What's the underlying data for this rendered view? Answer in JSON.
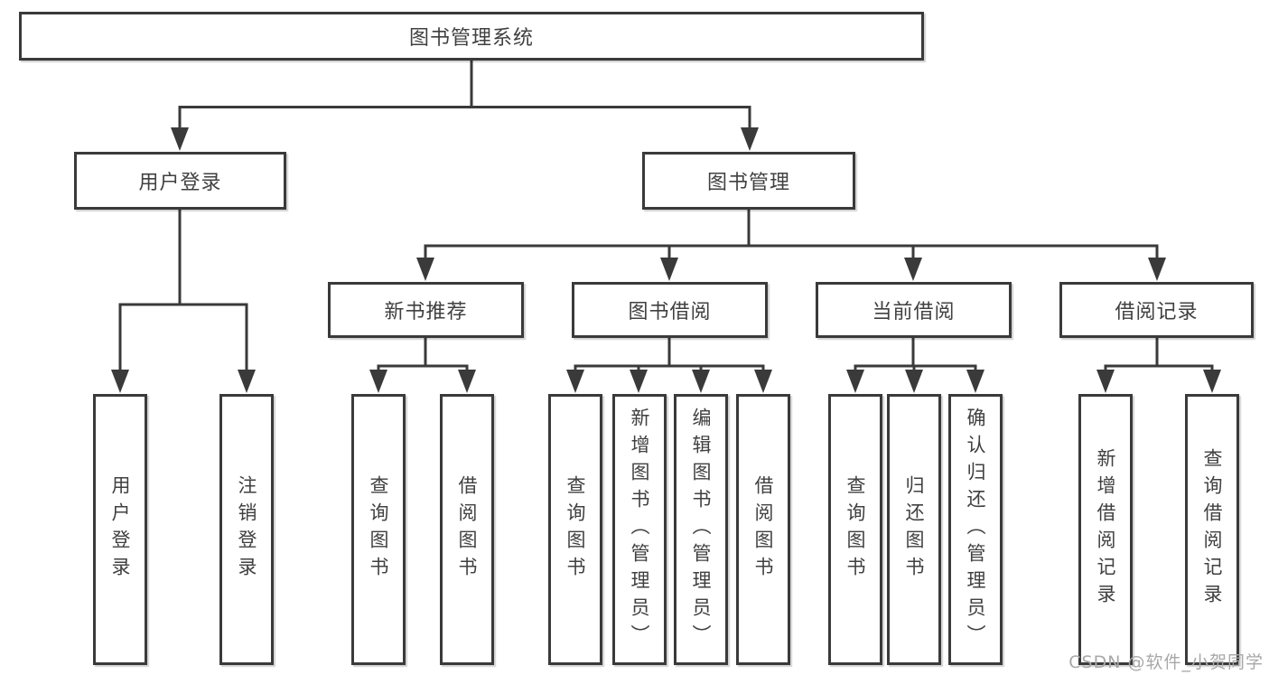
{
  "tree": {
    "root": "图书管理系统",
    "children": [
      {
        "label": "用户登录",
        "children": [
          "用户登录",
          "注销登录"
        ]
      },
      {
        "label": "图书管理",
        "children": [
          {
            "label": "新书推荐",
            "children": [
              "查询图书",
              "借阅图书"
            ]
          },
          {
            "label": "图书借阅",
            "children": [
              "查询图书",
              "新增图书（管理员）",
              "编辑图书（管理员）",
              "借阅图书"
            ]
          },
          {
            "label": "当前借阅",
            "children": [
              "查询图书",
              "归还图书",
              "确认归还（管理员）"
            ]
          },
          {
            "label": "借阅记录",
            "children": [
              "新增借阅记录",
              "查询借阅记录"
            ]
          }
        ]
      }
    ]
  },
  "watermark": "CSDN @软件_小贺同学",
  "colors": {
    "line": "#3a3a3a",
    "box_border": "#3a3a3a",
    "text": "#404040",
    "watermark": "#a8a8a8",
    "background": "#ffffff"
  }
}
